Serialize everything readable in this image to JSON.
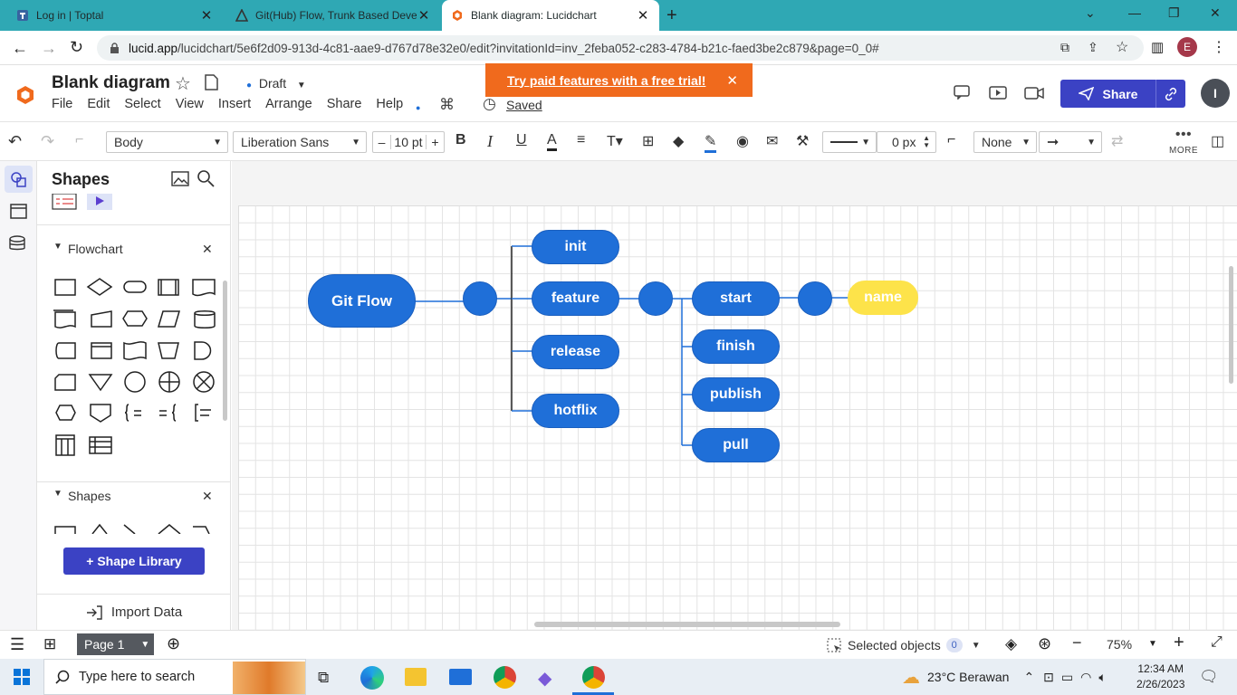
{
  "browser": {
    "tabs": [
      {
        "title": "Log in | Toptal",
        "icon": "toptal-icon"
      },
      {
        "title": "Git(Hub) Flow, Trunk Based Deve",
        "icon": "atlassian-icon"
      },
      {
        "title": "Blank diagram: Lucidchart",
        "icon": "lucid-icon"
      }
    ],
    "url_domain": "lucid.app",
    "url_path": "/lucidchart/5e6f2d09-913d-4c81-aae9-d767d78e32e0/edit?invitationId=inv_2feba052-c283-4784-b21c-faed3be2c879&page=0_0#",
    "profile_initial": "E"
  },
  "app": {
    "doc_title": "Blank diagram",
    "status": "Draft",
    "saved": "Saved",
    "menu": [
      "File",
      "Edit",
      "Select",
      "View",
      "Insert",
      "Arrange",
      "Share",
      "Help"
    ],
    "promo_text": "Try paid features with a free trial!",
    "share_label": "Share",
    "user_initial": "I",
    "accent": "#3b42c4",
    "promo_color": "#f06a1d"
  },
  "toolbar": {
    "style": "Body",
    "font": "Liberation Sans",
    "font_size": "10 pt",
    "line_width": "0 px",
    "arrow_start": "None",
    "more": "MORE"
  },
  "panel": {
    "title": "Shapes",
    "sections": [
      "Flowchart",
      "Shapes"
    ],
    "library_button": "+ Shape Library",
    "import_button": "Import Data"
  },
  "diagram": {
    "root": "Git Flow",
    "branches": [
      "init",
      "feature",
      "release",
      "hotflix"
    ],
    "feature_children": [
      "start",
      "finish",
      "publish",
      "pull"
    ],
    "start_child": "name",
    "node_color": "#1f6fd8",
    "highlight_color": "#fde34a"
  },
  "bottom": {
    "page": "Page 1",
    "selected_label": "Selected objects",
    "selected_count": "0",
    "zoom": "75%"
  },
  "taskbar": {
    "search_placeholder": "Type here to search",
    "weather": "23°C  Berawan",
    "time": "12:34 AM",
    "date": "2/26/2023"
  }
}
